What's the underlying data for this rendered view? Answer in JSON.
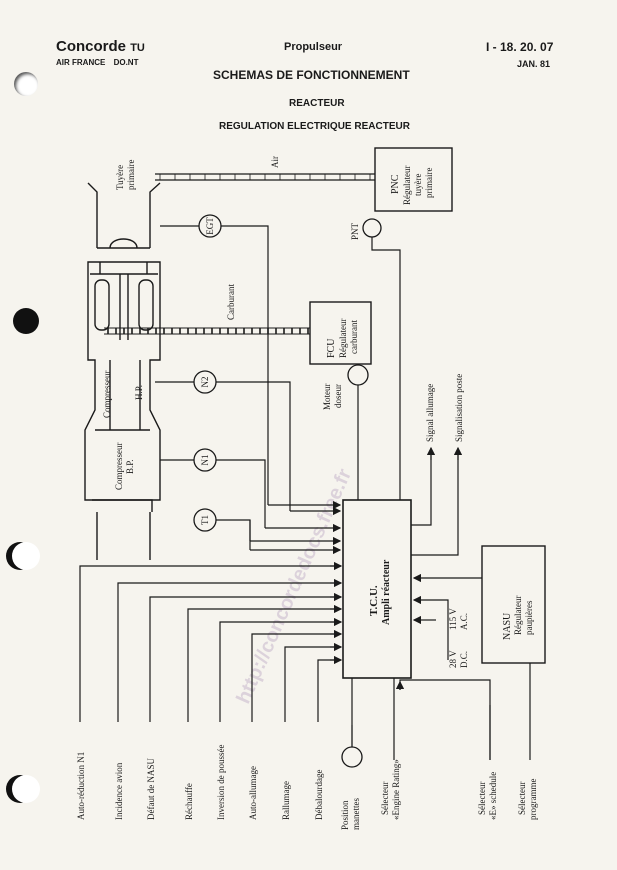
{
  "header": {
    "brand": "Concorde",
    "brand_suffix": "TU",
    "airline": "AIR FRANCE",
    "dept": "DO.NT",
    "section": "Propulseur",
    "title": "SCHEMAS DE FONCTIONNEMENT",
    "ref": "I - 18. 20. 07",
    "date": "JAN. 81",
    "subtitle1": "REACTEUR",
    "subtitle2": "REGULATION ELECTRIQUE REACTEUR"
  },
  "diagram": {
    "tuyere": [
      "Tuyère",
      "primaire"
    ],
    "air": "Air",
    "carburant": "Carburant",
    "compresseur_hp": [
      "Compresseur",
      "H.P."
    ],
    "compresseur_bp": [
      "Compresseur",
      "B.P."
    ],
    "sensors": {
      "egt": "EGT",
      "n2": "N2",
      "n1": "N1",
      "t1": "T1"
    },
    "pnc": [
      "PNC",
      "Régulateur",
      "tuyère",
      "primaire"
    ],
    "pnt": "PNT",
    "fcu": [
      "FCU",
      "Régulateur",
      "carburant"
    ],
    "moteur_doseur": [
      "Moteur",
      "doseur"
    ],
    "tcu": [
      "T.C.U.",
      "Ampli réacteur"
    ],
    "nasu": [
      "NASU",
      "Régulateur",
      "paupières"
    ],
    "power_28": [
      "28 V",
      "D.C."
    ],
    "power_115": [
      "115 V",
      "A.C."
    ],
    "signal_allumage": "Signal allumage",
    "signalisation_poste": "Signalisation poste",
    "inputs": [
      "Auto-réduction N1",
      "Incidence avion",
      "Défaut de NASU",
      "Réchauffe",
      "Inversion de poussée",
      "Auto-allumage",
      "Rallumage",
      "Débalourdage"
    ],
    "position_manettes": [
      "Position",
      "manettes"
    ],
    "selecteur_engine": [
      "Sélecteur",
      "«Engine Rating»"
    ],
    "selecteur_e": [
      "Sélecteur",
      "«E» schedule"
    ],
    "selecteur_programme": [
      "Sélecteur",
      "programme"
    ],
    "watermark": "http://concordedocs.free.fr"
  }
}
